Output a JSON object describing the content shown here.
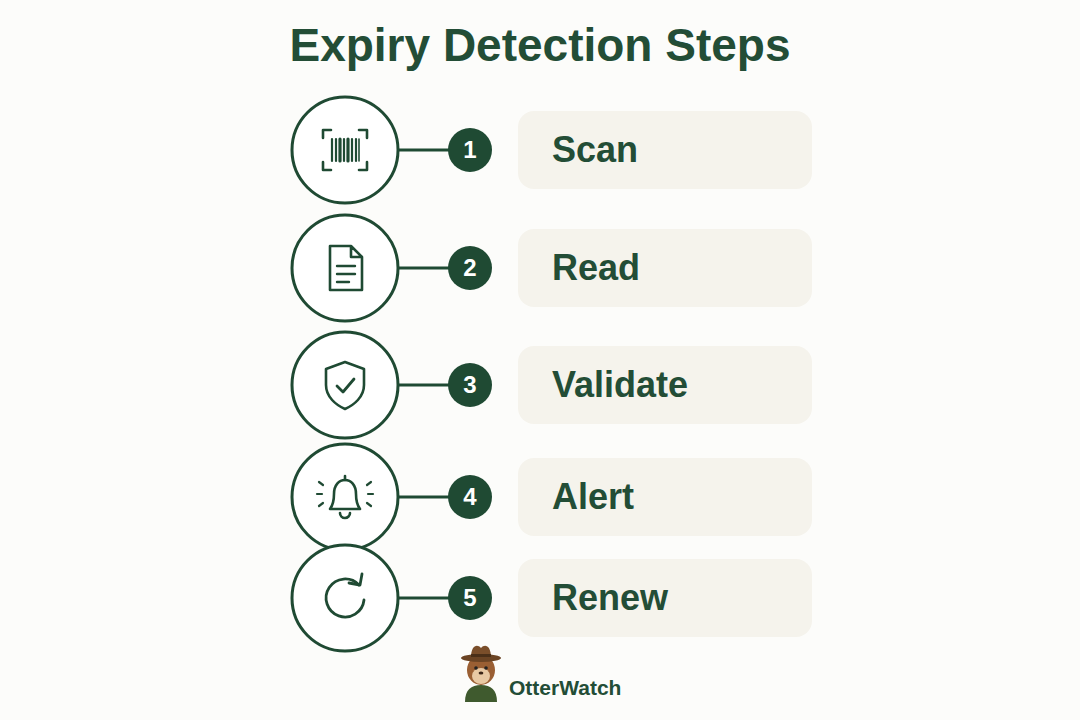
{
  "diagram": {
    "title": "Expiry Detection Steps",
    "nodes": [
      {
        "text": [
          "1"
        ]
      },
      {
        "text": [
          "Scan"
        ]
      },
      {
        "text": [
          "2"
        ]
      },
      {
        "text": [
          "Read"
        ]
      },
      {
        "text": [
          "3"
        ]
      },
      {
        "text": [
          "Validate"
        ]
      },
      {
        "text": [
          "4"
        ]
      },
      {
        "text": [
          "Alert"
        ]
      },
      {
        "text": [
          "5"
        ]
      },
      {
        "text": [
          "Renew"
        ]
      }
    ],
    "labels": [
      "OtterWatch"
    ]
  }
}
